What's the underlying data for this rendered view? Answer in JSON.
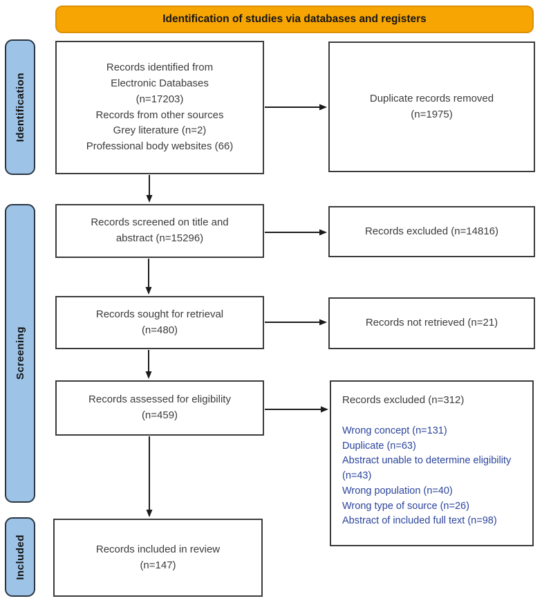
{
  "banner": {
    "title": "Identification of studies via databases and registers"
  },
  "stage_labels": {
    "identification": "Identification",
    "screening": "Screening",
    "included": "Included"
  },
  "flow": {
    "records_identified": {
      "lines": [
        "Records identified from",
        "Electronic Databases",
        "(n=17203)",
        "Records from other sources",
        "Grey literature (n=2)",
        "Professional body websites (66)"
      ]
    },
    "duplicates_removed": {
      "lines": [
        "Duplicate records removed",
        "(n=1975)"
      ]
    },
    "records_screened": {
      "lines": [
        "Records screened on title and",
        "abstract (n=15296)"
      ]
    },
    "records_excluded_screening": {
      "lines": [
        "Records excluded (n=14816)"
      ]
    },
    "records_sought": {
      "lines": [
        "Records sought for retrieval",
        "(n=480)"
      ]
    },
    "records_not_retrieved": {
      "lines": [
        "Records not retrieved (n=21)"
      ]
    },
    "records_assessed": {
      "lines": [
        "Records assessed for eligibility",
        "(n=459)"
      ]
    },
    "records_excluded_eligibility": {
      "title": "Records excluded (n=312)",
      "reasons": [
        "Wrong concept (n=131)",
        "Duplicate (n=63)",
        "Abstract unable to determine eligibility (n=43)",
        "Wrong population (n=40)",
        "Wrong type of source (n=26)",
        "Abstract of included full text (n=98)"
      ]
    },
    "records_included": {
      "lines": [
        "Records included in review",
        "(n=147)"
      ]
    }
  },
  "colors": {
    "banner_fill": "#F7A503",
    "banner_border": "#DB9005",
    "stage_fill": "#9DC3E6",
    "stage_border": "#2A3442",
    "box_border": "#3A3A3A",
    "text": "#3B3B3B",
    "reason_text": "#2C459C",
    "arrow": "#1A1A1A"
  }
}
